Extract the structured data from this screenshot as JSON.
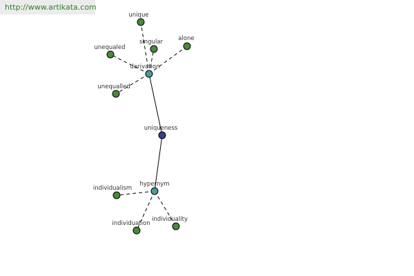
{
  "url": "http://www.artikata.com",
  "colors": {
    "root": "#3b3b8f",
    "hub": "#4d9a9a",
    "leaf": "#4a8a3e",
    "url_text": "#2f7d2f"
  },
  "nodes": [
    {
      "id": "uniqueness",
      "label": "uniqueness",
      "kind": "root"
    },
    {
      "id": "derivation",
      "label": "derivation",
      "kind": "hub"
    },
    {
      "id": "hypernym",
      "label": "hypernym",
      "kind": "hub"
    },
    {
      "id": "unique",
      "label": "unique",
      "kind": "leaf"
    },
    {
      "id": "singular",
      "label": "singular",
      "kind": "leaf"
    },
    {
      "id": "alone",
      "label": "alone",
      "kind": "leaf"
    },
    {
      "id": "unequaled",
      "label": "unequaled",
      "kind": "leaf"
    },
    {
      "id": "unequalled",
      "label": "unequalled",
      "kind": "leaf"
    },
    {
      "id": "individualism",
      "label": "individualism",
      "kind": "leaf"
    },
    {
      "id": "individuation",
      "label": "individuation",
      "kind": "leaf"
    },
    {
      "id": "individuality",
      "label": "individuality",
      "kind": "leaf"
    }
  ],
  "edges": [
    {
      "from": "uniqueness",
      "to": "derivation",
      "style": "solid"
    },
    {
      "from": "uniqueness",
      "to": "hypernym",
      "style": "solid"
    },
    {
      "from": "derivation",
      "to": "unique",
      "style": "dashed"
    },
    {
      "from": "derivation",
      "to": "singular",
      "style": "dashed"
    },
    {
      "from": "derivation",
      "to": "alone",
      "style": "dashed"
    },
    {
      "from": "derivation",
      "to": "unequaled",
      "style": "dashed"
    },
    {
      "from": "derivation",
      "to": "unequalled",
      "style": "dashed"
    },
    {
      "from": "hypernym",
      "to": "individualism",
      "style": "dashed"
    },
    {
      "from": "hypernym",
      "to": "individuation",
      "style": "dashed"
    },
    {
      "from": "hypernym",
      "to": "individuality",
      "style": "dashed"
    }
  ]
}
